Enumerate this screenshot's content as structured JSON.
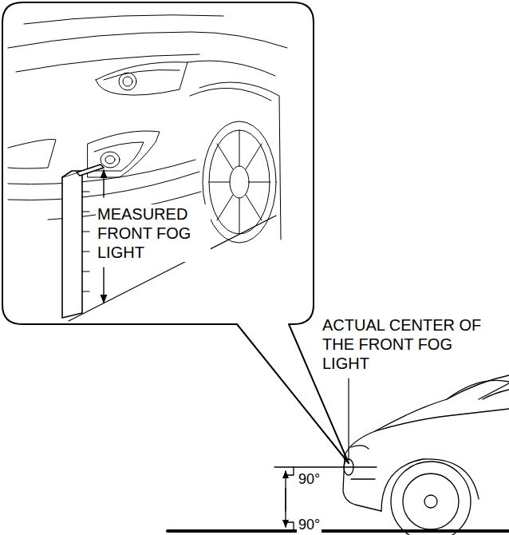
{
  "diagram": {
    "labels": [
      "MEASURED FRONT FOG LIGHT",
      "ACTUAL CENTER OF THE FRONT FOG LIGHT",
      "90°",
      "90°"
    ]
  }
}
